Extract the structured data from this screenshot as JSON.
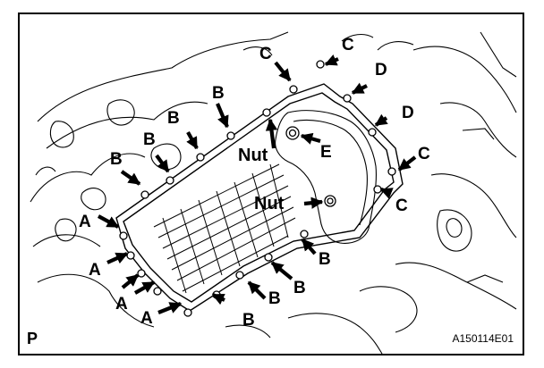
{
  "figure": {
    "panel_letter": "P",
    "figure_code": "A150114E01",
    "callouts": {
      "A": "A",
      "B": "B",
      "C": "C",
      "D": "D",
      "E": "E",
      "Nut": "Nut"
    }
  }
}
